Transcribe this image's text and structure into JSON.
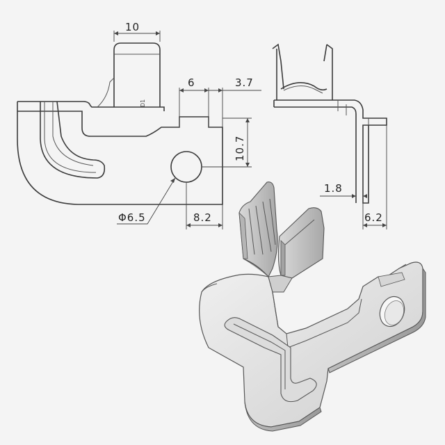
{
  "drawing": {
    "dimensions": {
      "top_width": "10",
      "tab_width": "6",
      "offset": "3.7",
      "hole_height": "10.7",
      "hole_diameter": "Φ6.5",
      "hole_offset": "8.2",
      "thickness": "1.8",
      "side_width": "6.2"
    },
    "views": {
      "front": "front-view",
      "side": "side-view",
      "iso": "isometric-view"
    }
  },
  "colors": {
    "background": "#f4f4f4",
    "line": "#3a3a3a",
    "metal_light": "#e6e6e6",
    "metal_mid": "#c9c9c9",
    "metal_dark": "#9a9a9a"
  }
}
